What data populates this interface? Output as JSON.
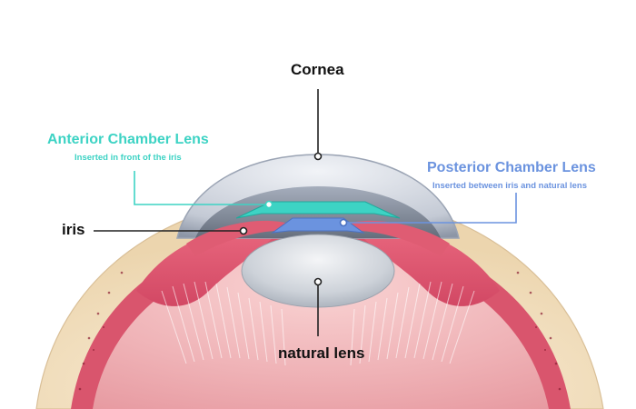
{
  "labels": {
    "cornea": "Cornea",
    "iris": "iris",
    "natural_lens": "natural lens",
    "anterior": {
      "title": "Anterior Chamber Lens",
      "subtitle": "Inserted in front of the iris"
    },
    "posterior": {
      "title": "Posterior Chamber Lens",
      "subtitle": "Inserted between iris and natural lens"
    }
  },
  "colors": {
    "anterior": "#3dd3c4",
    "posterior": "#6b93df",
    "leader": "#222222",
    "sclera": "#f2e1c4",
    "muscle": "#e36f83",
    "lens": "#c9ced6"
  }
}
